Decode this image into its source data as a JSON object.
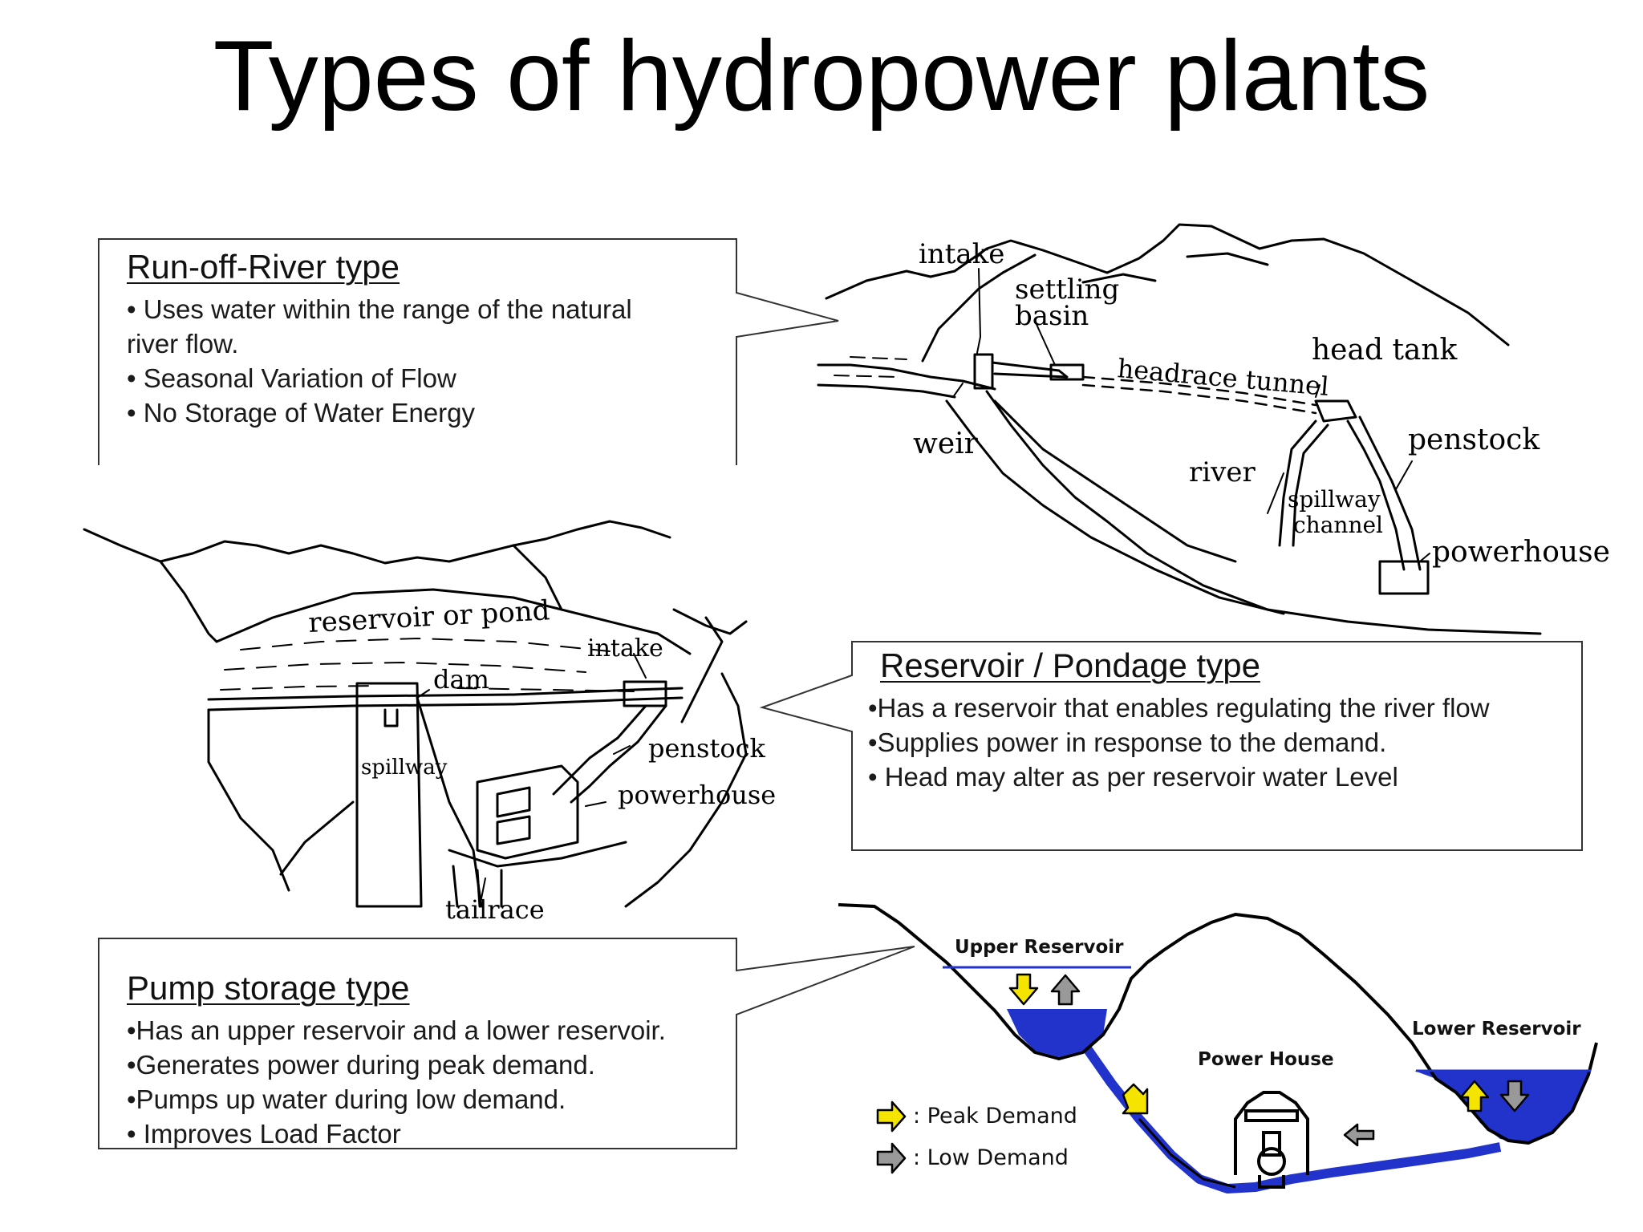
{
  "title": "Types of hydropower plants",
  "run_off_river": {
    "heading": "Run-off-River type",
    "lines": [
      "•  Uses water within the range of the natural",
      "river flow.",
      "•  Seasonal Variation of Flow",
      "•  No Storage of Water Energy"
    ]
  },
  "reservoir": {
    "heading": "Reservoir / Pondage type",
    "lines": [
      "•Has a reservoir that enables regulating the river flow",
      "•Supplies power in response to the demand.",
      "• Head may alter as per reservoir water Level"
    ]
  },
  "pump_storage": {
    "heading": "Pump storage type",
    "lines": [
      "•Has an upper reservoir and a lower reservoir.",
      "•Generates power during peak demand.",
      "•Pumps up water during low demand.",
      "• Improves Load Factor"
    ]
  },
  "run_off_river_diagram": {
    "labels": {
      "intake": "intake",
      "settling_basin_1": "settling",
      "settling_basin_2": "basin",
      "headrace_tunnel": "headrace tunnel",
      "head_tank": "head tank",
      "weir": "weir",
      "river": "river",
      "penstock": "penstock",
      "spillway_channel_1": "spillway",
      "spillway_channel_2": "channel",
      "powerhouse": "powerhouse"
    }
  },
  "reservoir_diagram": {
    "labels": {
      "reservoir_or_pond": "reservoir or pond",
      "intake": "intake",
      "dam": "dam",
      "spillway": "spillway",
      "penstock": "penstock",
      "powerhouse": "powerhouse",
      "tailrace": "tailrace"
    }
  },
  "pump_storage_diagram": {
    "labels": {
      "upper_reservoir": "Upper Reservoir",
      "lower_reservoir": "Lower Reservoir",
      "power_house": "Power House"
    },
    "legend": {
      "peak": ": Peak Demand",
      "low": ": Low Demand"
    },
    "colors": {
      "water": "#2233cc",
      "peak_arrow": "#f5e400",
      "low_arrow": "#999999"
    }
  }
}
